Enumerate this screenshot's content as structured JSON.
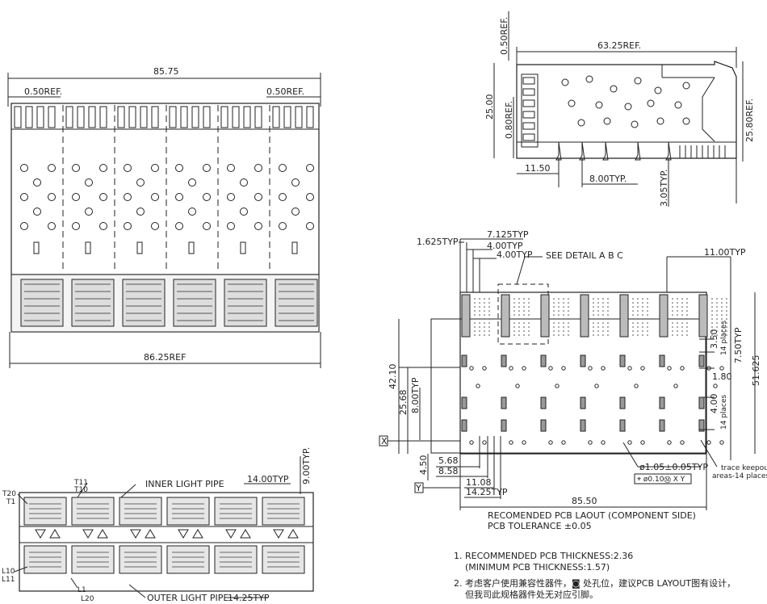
{
  "front_view": {
    "width_top": "85.75",
    "ref_left": "0.50REF.",
    "ref_right": "0.50REF.",
    "width_bottom": "86.25REF"
  },
  "side_view": {
    "top_ref": "0.50REF.",
    "length": "63.25REF.",
    "height": "25.00",
    "left_ref": "0.80REF.",
    "right_ref": "25.80REF.",
    "offset": "11.50",
    "pin_pitch": "8.00TYP.",
    "pin_len": "3.05TYP."
  },
  "pcb_layout": {
    "d_1625": "1.625TYP",
    "d_7125": "7.125TYP",
    "d_400a": "4.00TYP",
    "d_400b": "4.00TYP",
    "detail_note": "SEE DETAIL A B C",
    "d_1100": "11.00TYP",
    "d_350": "3.50",
    "places_a": "14 places",
    "d_750": "7.50TYP",
    "d_51625": "51.625",
    "d_180": "1.80",
    "d_4210": "42.10",
    "d_2568": "25.68",
    "d_800": "8.00TYP",
    "d_400c": "4.00",
    "places_b": "14 places",
    "datum_x": "X",
    "datum_y": "Y",
    "d_568": "5.68",
    "d_858": "8.58",
    "d_450": "4.50",
    "d_1108": "11.08",
    "d_1425": "14.25TYP",
    "hole_note": "ø1.05±0.05TYP",
    "tol_frame": "⌖ ø0.10Ⓜ X Y",
    "keepout_1": "trace keepout",
    "keepout_2": "areas-14 places",
    "d_8550": "85.50",
    "caption_1": "RECOMENDED PCB LAOUT (COMPONENT SIDE)",
    "caption_2": "PCB TOLERANCE ±0.05"
  },
  "bottom_view": {
    "t11": "T11",
    "t10": "T10",
    "t20": "T20",
    "t1": "T1",
    "inner_pipe": "INNER LIGHT PIPE",
    "d_1400": "14.00TYP",
    "d_900": "9.00TYP.",
    "l10": "L10",
    "l11": "L11",
    "l1": "L1",
    "l20": "L20",
    "outer_pipe": "OUTER LIGHT PIPE",
    "d_1425": "14.25TYP"
  },
  "notes": {
    "n1a": "1.  RECOMMENDED PCB THICKNESS:2.36",
    "n1b": "(MINIMUM PCB THICKNESS:1.57)",
    "n2a": "2.  考虑客户使用兼容性器件，◙ 处孔位，建议PCB LAYOUT图有设计，",
    "n2b": "但我司此规格器件处无对应引脚。"
  }
}
